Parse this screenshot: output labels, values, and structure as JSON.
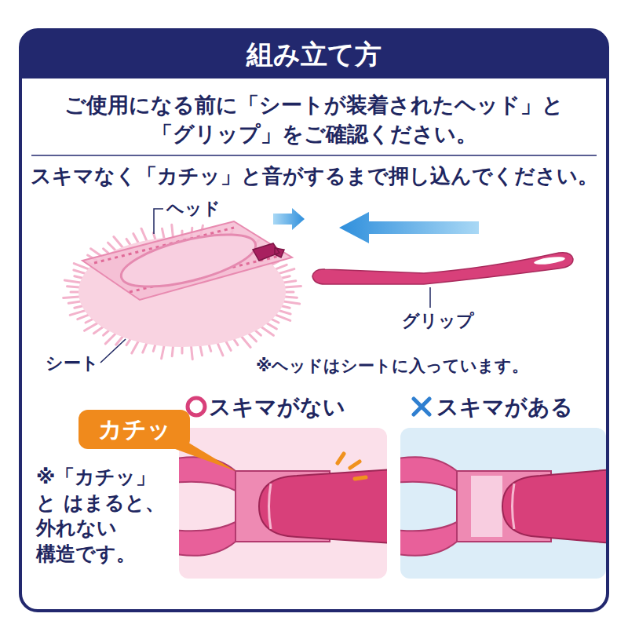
{
  "diagram": {
    "title": "組み立て方",
    "nodes": [
      {
        "text": [
          "カチッ"
        ]
      },
      {
        "text": [
          "スキマがない"
        ]
      },
      {
        "text": [
          "スキマがある"
        ]
      }
    ],
    "labels": [
      "ご使用になる前に「シートが装着されたヘッド」と 「グリップ」をご確認ください。",
      "スキマなく「カチッ」と音がするまで押し込んでください。",
      "ヘッド",
      "シート",
      "グリップ",
      "※ヘッドはシートに入っています。",
      "※「カチッ」と はまると、 外れない 構造です。"
    ]
  }
}
